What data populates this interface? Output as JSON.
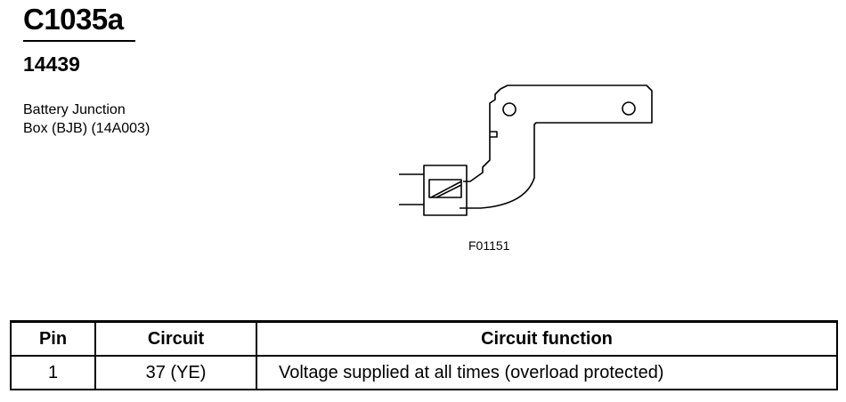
{
  "header": {
    "connector_id": "C1035a",
    "part_number": "14439",
    "description_lines": [
      "Battery Junction",
      "Box (BJB) (14A003)"
    ]
  },
  "figure": {
    "id": "F01151"
  },
  "pin_table": {
    "headers": [
      "Pin",
      "Circuit",
      "Circuit function"
    ],
    "rows": [
      {
        "pin": "1",
        "circuit": "37 (YE)",
        "function": "Voltage supplied at all times (overload protected)"
      }
    ]
  }
}
